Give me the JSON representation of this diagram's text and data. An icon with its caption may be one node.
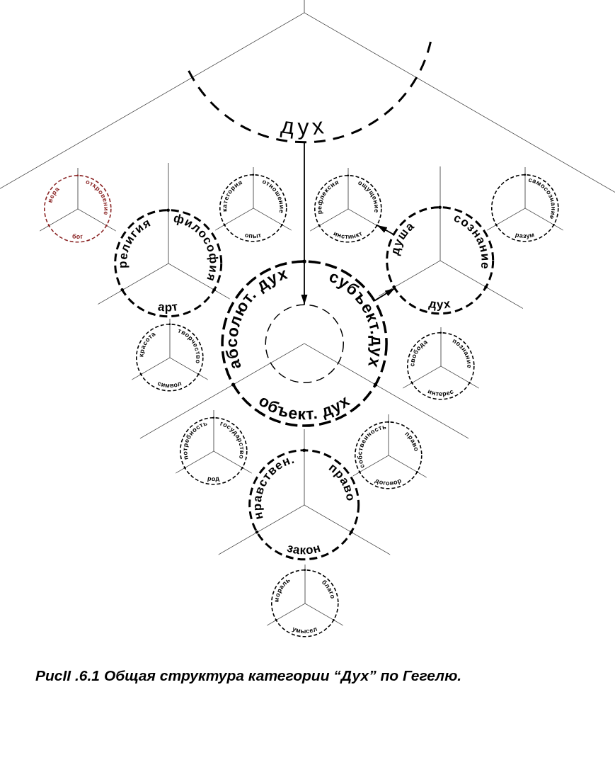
{
  "diagram": {
    "caption": "РисII .6.1 Общая структура категории “Дух” по Гегелю.",
    "nodes": [
      {
        "text": [
          "дух"
        ]
      },
      {
        "text": [
          "вера",
          "откровение",
          "бог"
        ]
      },
      {
        "text": [
          "категория",
          "отношение",
          "опыт"
        ]
      },
      {
        "text": [
          "рефлексия",
          "ощущение",
          "инстинкт"
        ]
      },
      {
        "text": [
          "самосознание",
          "разум"
        ]
      },
      {
        "text": [
          "религия",
          "философия",
          "арт"
        ]
      },
      {
        "text": [
          "душа",
          "сознание",
          "дух"
        ]
      },
      {
        "text": [
          "абсолют. дух",
          "субъект.дух",
          "объект. дух"
        ]
      },
      {
        "text": [],
        "shape": "circle",
        "in": 7
      },
      {
        "text": [
          "красота",
          "творчество",
          "символ"
        ]
      },
      {
        "text": [
          "свобода",
          "познание",
          "интерес"
        ]
      },
      {
        "text": [
          "потребность",
          "государство",
          "род"
        ]
      },
      {
        "text": [
          "собственность",
          "право",
          "договор"
        ]
      },
      {
        "text": [
          "нравствен.",
          "право",
          "закон"
        ]
      },
      {
        "text": [
          "мораль",
          "благо",
          "умысел"
        ]
      }
    ],
    "edges": [
      {
        "from": 0,
        "to": 8,
        "arrow": "to"
      },
      {
        "from": 7,
        "to": 6,
        "arrow": "to"
      },
      {
        "from": 6,
        "to": 3,
        "arrow": "to"
      }
    ]
  }
}
